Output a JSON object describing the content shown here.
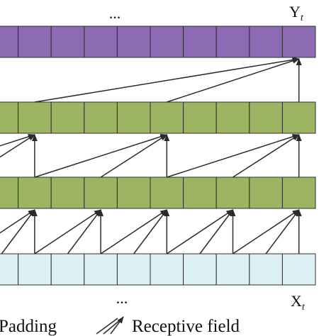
{
  "labels": {
    "output_ellipsis": "...",
    "output_label": "Y",
    "output_subscript": "t",
    "input_ellipsis": "...",
    "input_label": "X",
    "input_subscript": "t",
    "padding_legend": "Padding",
    "receptive_legend": "Receptive field"
  },
  "colors": {
    "output_row": "#8c6ab4",
    "hidden_row": "#9db463",
    "input_row": "#dcf0f3",
    "stroke": "#2f2f2f",
    "arrow": "#2b2b2b"
  }
}
